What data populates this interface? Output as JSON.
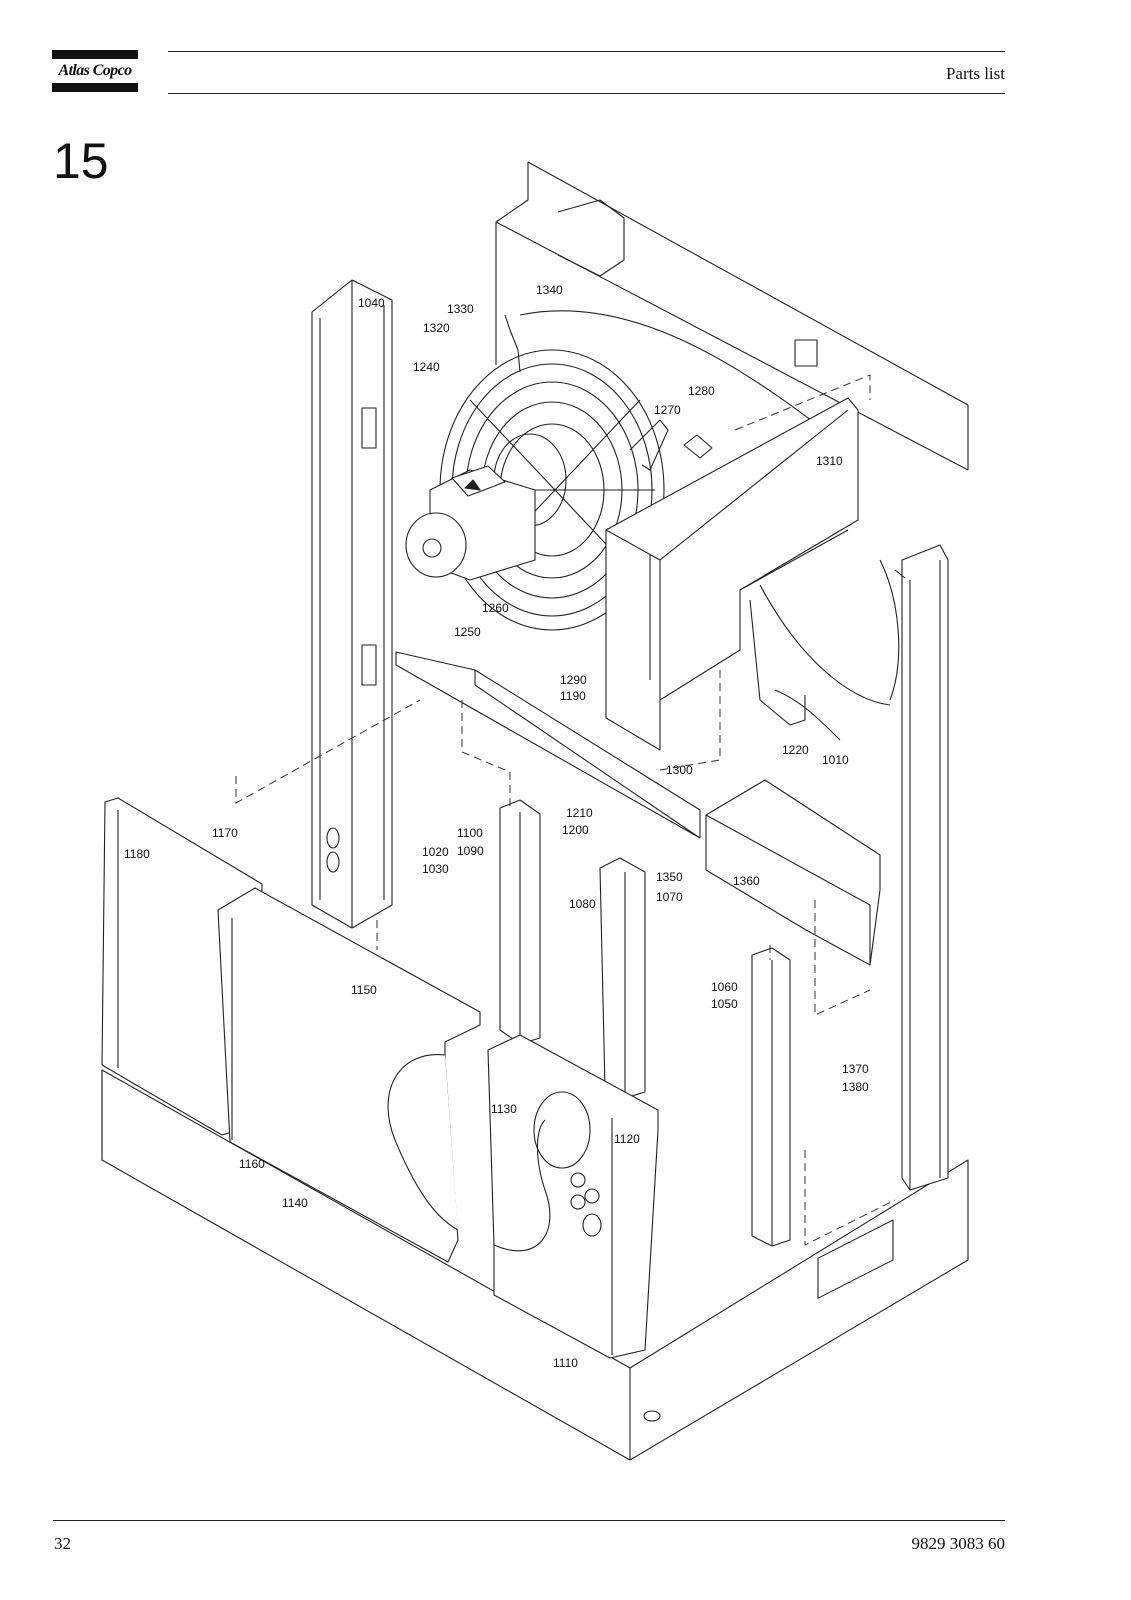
{
  "header": {
    "brand": "Atlas Copco",
    "section_title": "Parts list"
  },
  "figure": {
    "number": "15",
    "callouts": [
      "1340",
      "1330",
      "1320",
      "1040",
      "1240",
      "1280",
      "1270",
      "1310",
      "1260",
      "1250",
      "1290",
      "1190",
      "1220",
      "1010",
      "1300",
      "1210",
      "1200",
      "1170",
      "1180",
      "1100",
      "1090",
      "1020",
      "1030",
      "1350",
      "1360",
      "1080",
      "1070",
      "1150",
      "1060",
      "1050",
      "1370",
      "1380",
      "1130",
      "1120",
      "1160",
      "1140",
      "1110"
    ]
  },
  "footer": {
    "page": "32",
    "doc_number": "9829 3083 60"
  }
}
